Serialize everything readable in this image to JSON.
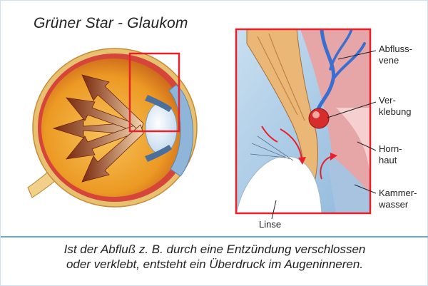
{
  "title": "Grüner Star - Glaukom",
  "labels": {
    "abflussvene": [
      "Abfluss-",
      "vene"
    ],
    "verklebung": [
      "Ver-",
      "klebung"
    ],
    "hornhaut": [
      "Horn-",
      "haut"
    ],
    "kammerwasser": [
      "Kammer-",
      "wasser"
    ],
    "linse": "Linse"
  },
  "caption": [
    "Ist der Abfluß z. B. durch eine Entzündung verschlossen",
    "oder verklebt, entsteht ein Überdruck im Augeninneren."
  ],
  "colors": {
    "highlight_box": "#e8202a",
    "divider": "#6aa7d8",
    "eyeball": "#f0a22a",
    "vein": "#3a6fd0",
    "arrows": "#8b2e0f"
  }
}
